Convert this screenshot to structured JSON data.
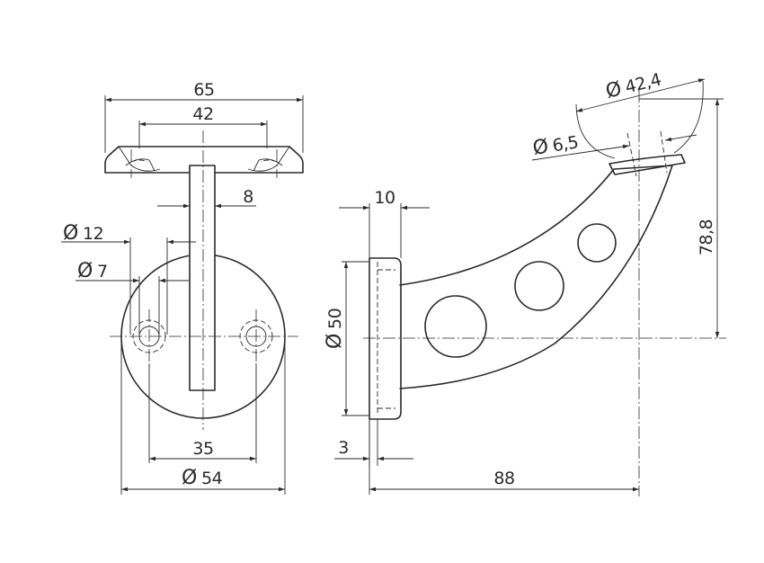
{
  "dimensions": {
    "plate_width": "65",
    "hole_spacing_top": "42",
    "stem_width": "8",
    "hole_diameter_outer": "12",
    "hole_diameter_inner": "7",
    "hole_spacing_bottom": "35",
    "base_diameter": "54",
    "base_thickness": "10",
    "base_diameter_side": "50",
    "recess_depth": "3",
    "projection": "88",
    "height": "78,8",
    "rail_diameter": "42,4",
    "screw_hole_diameter": "6,5"
  },
  "symbols": {
    "diameter": "Ø"
  }
}
